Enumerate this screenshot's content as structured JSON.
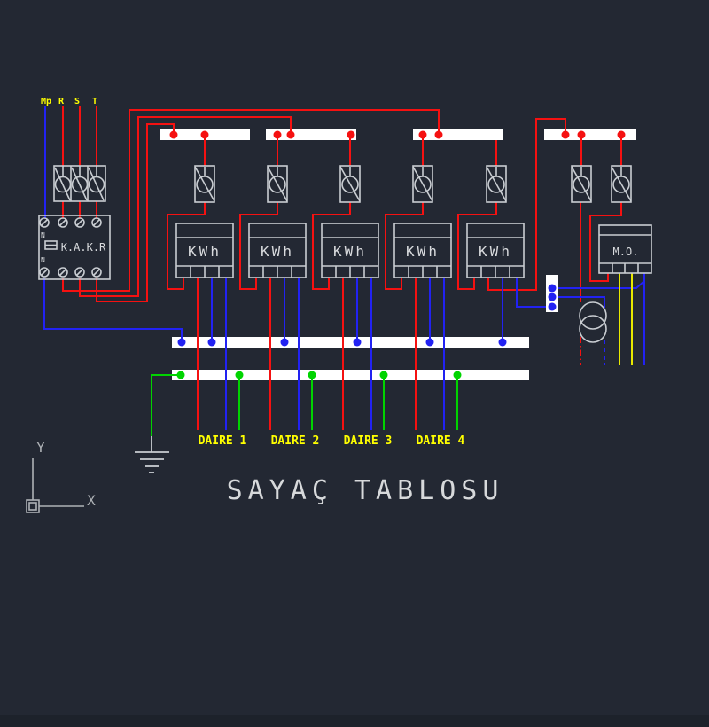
{
  "drawing": {
    "title": "SAYAÇ TABLOSU",
    "background": "#232833",
    "colors": {
      "phase_wire": "#f51111",
      "neutral_wire": "#2222f2",
      "earth_wire": "#00d400",
      "control_wire": "#e8e800",
      "label_text": "#ffff00",
      "symbol_outline": "#c9cdd2",
      "busbar_fill": "#ffffff"
    }
  },
  "phases": [
    {
      "label": "Mp"
    },
    {
      "label": "R"
    },
    {
      "label": "S"
    },
    {
      "label": "T"
    }
  ],
  "rcd": {
    "label": "K.A.K.R",
    "top_terminal_label": "N",
    "bottom_terminal_label": "N"
  },
  "meters": [
    {
      "label": "KWh"
    },
    {
      "label": "KWh"
    },
    {
      "label": "KWh"
    },
    {
      "label": "KWh"
    },
    {
      "label": "KWh"
    }
  ],
  "staircase_relay": {
    "label": "M.O."
  },
  "apartments": [
    {
      "label": "DAIRE 1"
    },
    {
      "label": "DAIRE 2"
    },
    {
      "label": "DAIRE 3"
    },
    {
      "label": "DAIRE 4"
    }
  ],
  "ucs": {
    "x_label": "X",
    "y_label": "Y"
  }
}
